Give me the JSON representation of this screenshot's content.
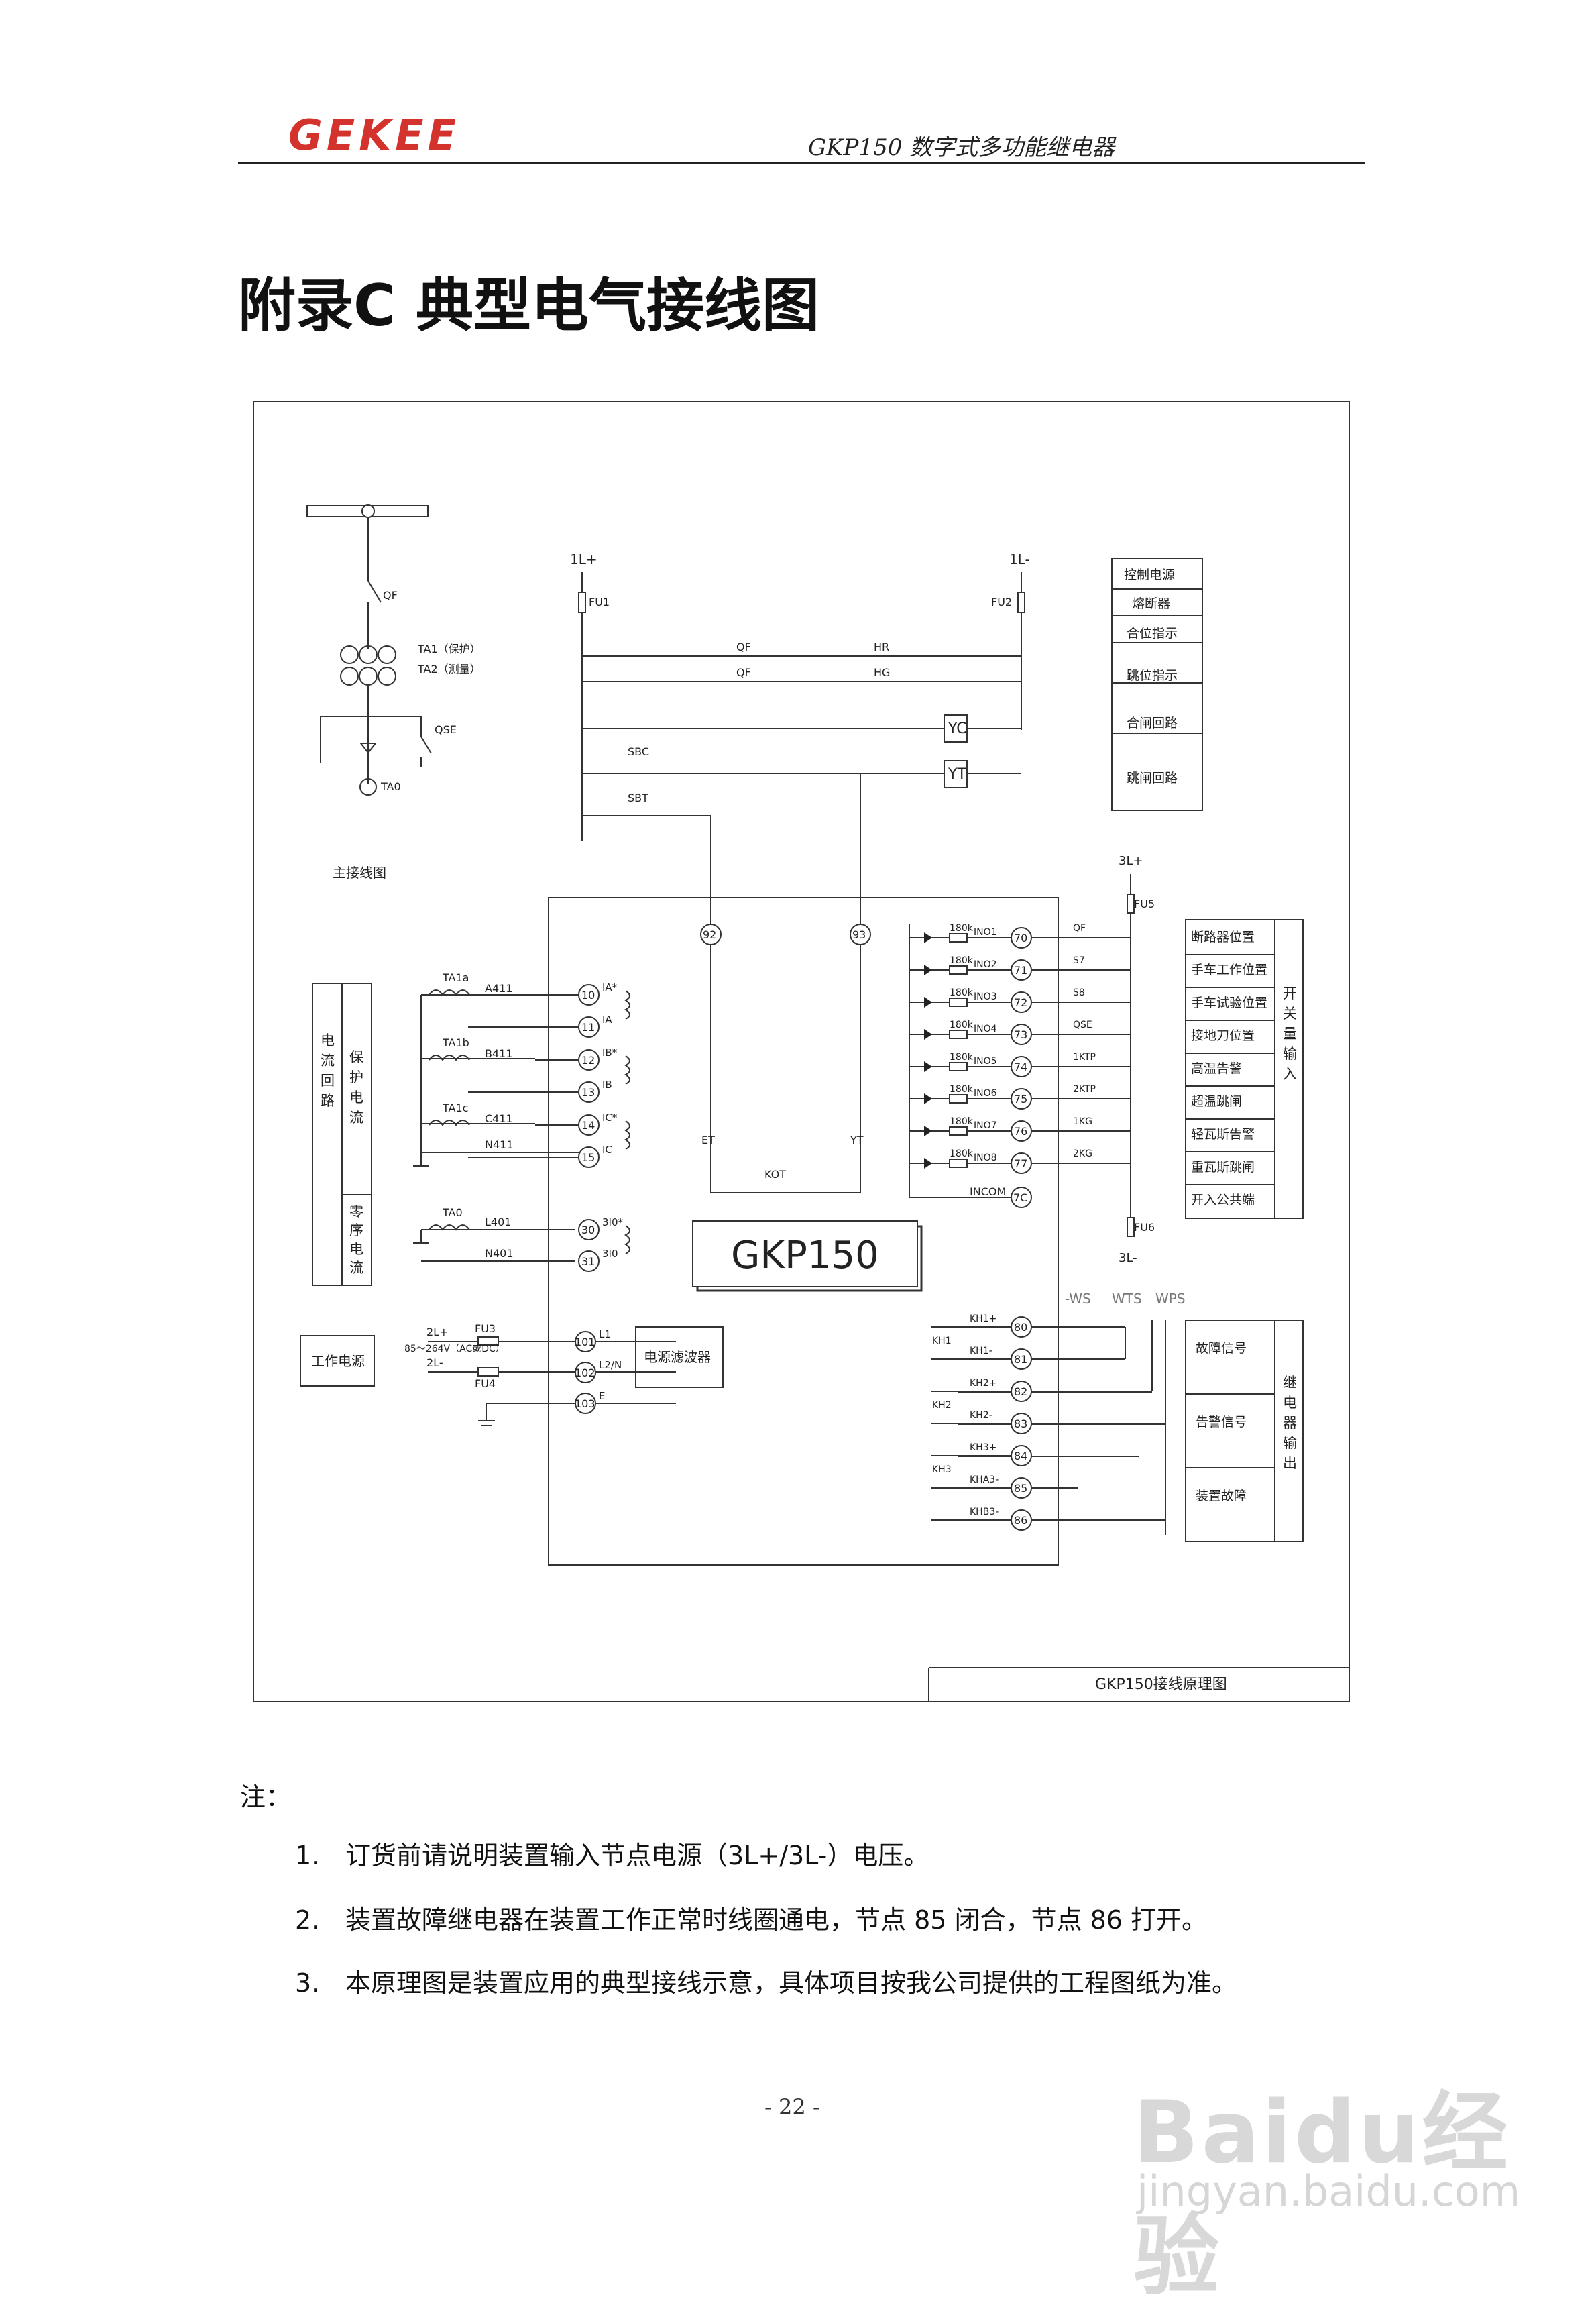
{
  "header": {
    "logo": "GEKEE",
    "doc_title": "GKP150 数字式多功能继电器"
  },
  "heading": "附录C 典型电气接线图",
  "diagram": {
    "caption": "GKP150接线原理图",
    "main_wiring_label": "主接线图",
    "device_label": "GKP150",
    "filter_label": "电源滤波器",
    "labels": {
      "qf": "QF",
      "ta1": "TA1（保护）",
      "ta2": "TA2（测量）",
      "qse": "QSE",
      "tao": "TA0",
      "l1p": "1L+",
      "l1m": "1L-",
      "fu1": "FU1",
      "fu2": "FU2",
      "hr": "HR",
      "hg": "HG",
      "sbc": "SBC",
      "sbt": "SBT",
      "yc": "YC",
      "yt": "YT",
      "et": "ET",
      "kot": "KOT",
      "t92": "92",
      "t93": "93",
      "l3p": "3L+",
      "l3m": "3L-",
      "fu5": "FU5",
      "fu6": "FU6",
      "incom": "INCOM",
      "t7c": "7C",
      "ws": "-WS",
      "wts": "WTS",
      "wps": "WPS",
      "l2p": "2L+",
      "l2m": "2L-",
      "fu3": "FU3",
      "fu4": "FU4",
      "supply": "85～264V（AC或DC）",
      "work_power": "工作电源",
      "res": "180k"
    },
    "control_table": [
      "控制电源",
      "熔断器",
      "合位指示",
      "跳位指示",
      "合闸回路",
      "跳闸回路"
    ],
    "switch_inputs": {
      "title": "开关量输入",
      "rows": [
        "断路器位置",
        "手车工作位置",
        "手车试验位置",
        "接地刀位置",
        "高温告警",
        "超温跳闸",
        "轻瓦斯告警",
        "重瓦斯跳闸",
        "开入公共端"
      ]
    },
    "relay_outputs": {
      "title": "继电器输出",
      "rows": [
        "故障信号",
        "告警信号",
        "装置故障"
      ]
    },
    "current_box": {
      "title": "电流回路",
      "protection": "保护电流",
      "zero_seq": "零序电流"
    },
    "current_inputs": [
      {
        "ta": "TA1a",
        "wire": "A411",
        "t1": "10",
        "t2": "11",
        "n1": "IA*",
        "n2": "IA"
      },
      {
        "ta": "TA1b",
        "wire": "B411",
        "t1": "12",
        "t2": "13",
        "n1": "IB*",
        "n2": "IB"
      },
      {
        "ta": "TA1c",
        "wire": "C411",
        "t1": "14",
        "t2": "15",
        "n1": "IC*",
        "n2": "IC"
      }
    ],
    "n411": "N411",
    "zero_input": {
      "ta": "TA0",
      "wire1": "L401",
      "wire2": "N401",
      "t1": "30",
      "t2": "31",
      "n1": "3I0*",
      "n2": "3I0"
    },
    "power_terminals": [
      {
        "num": "101",
        "name": "L1"
      },
      {
        "num": "102",
        "name": "L2/N"
      },
      {
        "num": "103",
        "name": "E"
      }
    ],
    "inputs": [
      {
        "name": "INO1",
        "num": "70",
        "contact": "QF"
      },
      {
        "name": "INO2",
        "num": "71",
        "contact": "S7"
      },
      {
        "name": "INO3",
        "num": "72",
        "contact": "S8"
      },
      {
        "name": "INO4",
        "num": "73",
        "contact": "QSE"
      },
      {
        "name": "INO5",
        "num": "74",
        "contact": "1KTP"
      },
      {
        "name": "INO6",
        "num": "75",
        "contact": "2KTP"
      },
      {
        "name": "INO7",
        "num": "76",
        "contact": "1KG"
      },
      {
        "name": "INO8",
        "num": "77",
        "contact": "2KG"
      }
    ],
    "outputs": [
      {
        "num": "80",
        "name": "KH1+"
      },
      {
        "num": "81",
        "name": "KH1-"
      },
      {
        "num": "82",
        "name": "KH2+"
      },
      {
        "num": "83",
        "name": "KH2-"
      },
      {
        "num": "84",
        "name": "KH3+"
      },
      {
        "num": "85",
        "name": "KHA3-"
      },
      {
        "num": "86",
        "name": "KHB3-"
      }
    ],
    "relays": [
      "KH1",
      "KH2",
      "KH3"
    ]
  },
  "notes": {
    "label": "注：",
    "items": [
      {
        "num": "1.",
        "text": "订货前请说明装置输入节点电源（3L+/3L-）电压。"
      },
      {
        "num": "2.",
        "text": "装置故障继电器在装置工作正常时线圈通电，节点 85 闭合，节点 86 打开。"
      },
      {
        "num": "3.",
        "text": "本原理图是装置应用的典型接线示意，具体项目按我公司提供的工程图纸为准。"
      }
    ]
  },
  "page_number": "- 22 -",
  "watermark": {
    "brand": "Baidu经验",
    "url": "jingyan.baidu.com"
  }
}
